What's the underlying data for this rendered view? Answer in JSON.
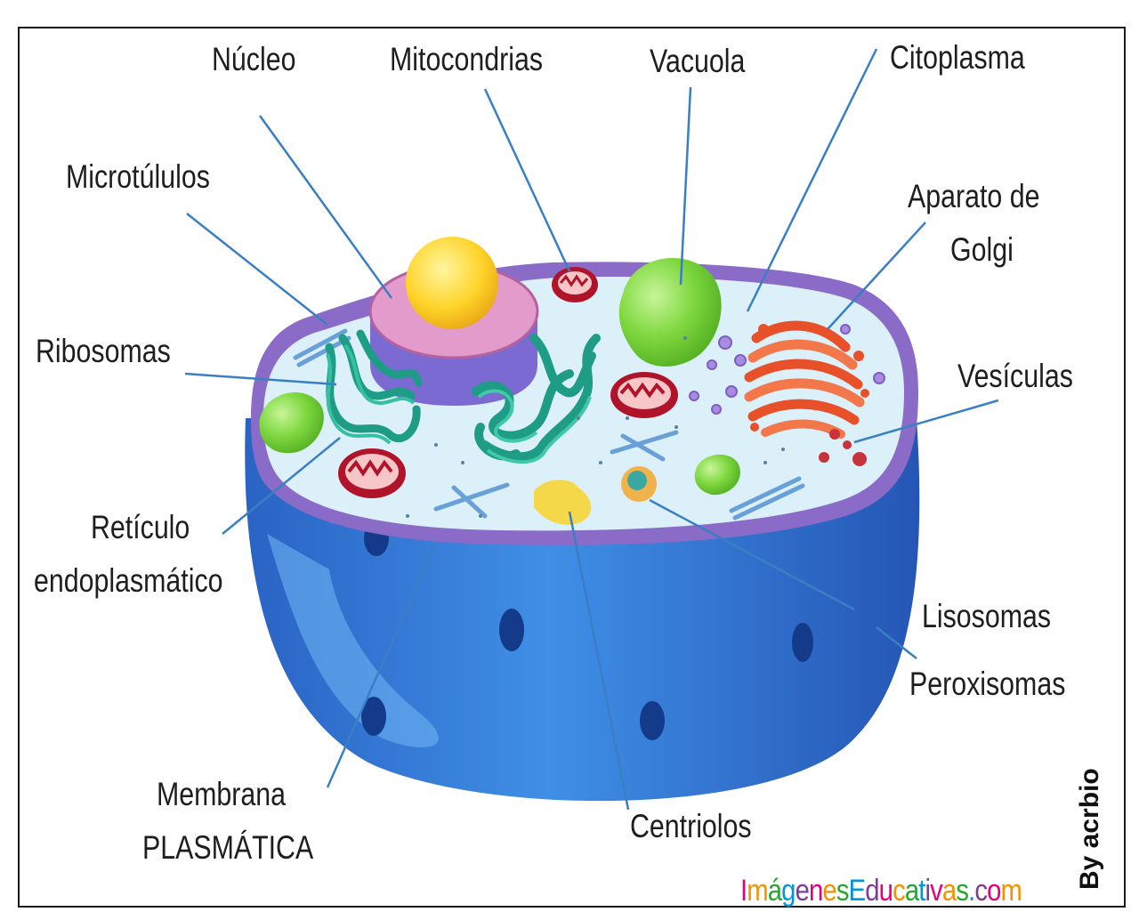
{
  "title": "",
  "labels": {
    "nucleo": "Núcleo",
    "mitocondrias": "Mitocondrias",
    "vacuola": "Vacuola",
    "citoplasma": "Citoplasma",
    "microtubulos": "Microtúlulos",
    "aparato_de": "Aparato de",
    "golgi": "Golgi",
    "ribosomas": "Ribosomas",
    "vesiculas": "Vesículas",
    "reticulo": "Retículo",
    "endoplasmatico": "endoplasmático",
    "lisosomas": "Lisosomas",
    "peroxisomas": "Peroxisomas",
    "membrana": "Membrana",
    "plasmatica": "PLASMÁTICA",
    "centriolos": "Centriolos"
  },
  "credit": "By acrbio",
  "watermark": {
    "text": "ImágenesEducativas.com",
    "colors": [
      "#e4007c",
      "#f39200",
      "#2aa532",
      "#0095d9",
      "#7d3c98"
    ]
  },
  "colors": {
    "membrane_outer": "#2f7fd6",
    "membrane_rim": "#8a6cc8",
    "cytoplasm": "#d9eef8",
    "nucleus": "#d98ac2",
    "nucleolus": "#ffd42a",
    "mitochondria": "#b0142a",
    "vacuole": "#7ad63a",
    "golgi": "#f06a3a",
    "er": "#2aa58e",
    "leader_line": "#3a7fc4"
  }
}
